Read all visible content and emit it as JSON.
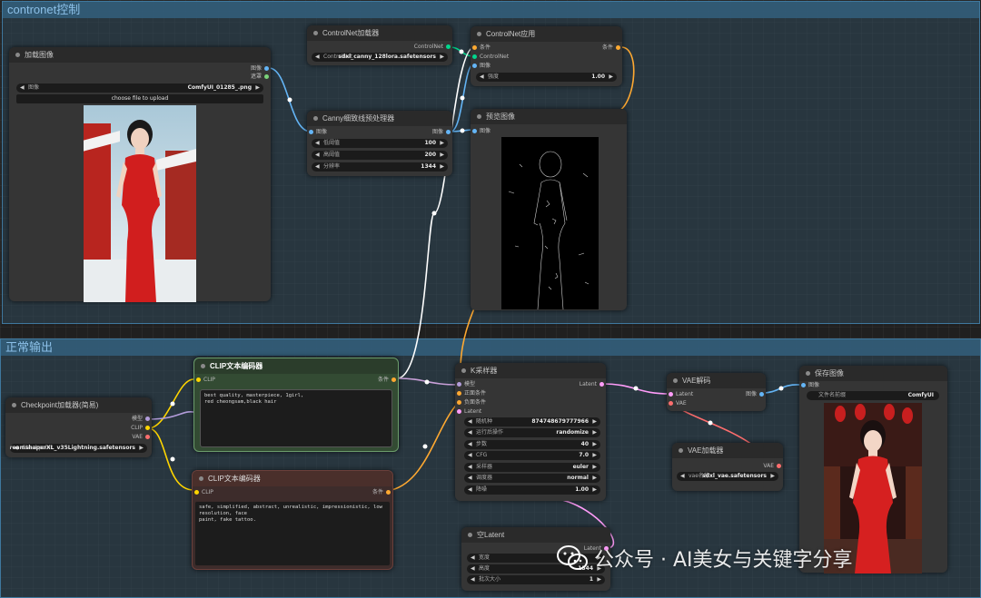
{
  "groups": {
    "controlnet": "contronet控制",
    "normal": "正常输出"
  },
  "nodes": {
    "load_image": {
      "title": "加载图像",
      "out_image": "图像",
      "out_mask": "遮罩",
      "widget_label": "图像",
      "widget_value": "ComfyUI_01285_.png",
      "upload": "choose file to upload"
    },
    "cn_loader": {
      "title": "ControlNet加载器",
      "out": "ControlNet",
      "widget_label": "ControlNet",
      "widget_value": "sdxl_canny_128lora.safetensors"
    },
    "cn_apply": {
      "title": "ControlNet应用",
      "in_cond": "条件",
      "in_cn": "ControlNet",
      "in_image": "图像",
      "out": "条件",
      "strength_label": "强度",
      "strength_value": "1.00"
    },
    "canny": {
      "title": "Canny细致线预处理器",
      "in_image": "图像",
      "out_image": "图像",
      "w1_label": "低阈值",
      "w1_value": "100",
      "w2_label": "高阈值",
      "w2_value": "200",
      "w3_label": "分辨率",
      "w3_value": "1344"
    },
    "preview": {
      "title": "预览图像",
      "in_image": "图像"
    },
    "checkpoint": {
      "title": "Checkpoint加载器(简易)",
      "out_model": "模型",
      "out_clip": "CLIP",
      "out_vae": "VAE",
      "widget_label": "Checkpoint",
      "widget_value": "dreamshaperXL_v35Lightning.safetensors"
    },
    "clip_pos": {
      "title": "CLIP文本编码器",
      "in_clip": "CLIP",
      "out": "条件",
      "text": "best quality, masterpiece, 1girl,\nred cheongsam,black hair"
    },
    "clip_neg": {
      "title": "CLIP文本编码器",
      "in_clip": "CLIP",
      "out": "条件",
      "text": "safe, simplified, abstract, unrealistic, impressionistic, low resolution, face\npaint, fake tattoo."
    },
    "ksampler": {
      "title": "K采样器",
      "in_model": "模型",
      "in_pos": "正面条件",
      "in_neg": "负面条件",
      "in_latent": "Latent",
      "out": "Latent",
      "seed_label": "随机种",
      "seed_value": "874748679777966",
      "ctrl_label": "运行后操作",
      "ctrl_value": "randomize",
      "steps_label": "步数",
      "steps_value": "40",
      "cfg_label": "CFG",
      "cfg_value": "7.0",
      "sampler_label": "采样器",
      "sampler_value": "euler",
      "scheduler_label": "调度器",
      "scheduler_value": "normal",
      "denoise_label": "降噪",
      "denoise_value": "1.00"
    },
    "empty_latent": {
      "title": "空Latent",
      "out": "Latent",
      "w_label": "宽度",
      "h_label": "高度",
      "h_value": "1344",
      "b_label": "批次大小",
      "b_value": "1"
    },
    "vae_decode": {
      "title": "VAE解码",
      "in_latent": "Latent",
      "in_vae": "VAE",
      "out": "图像"
    },
    "vae_loader": {
      "title": "VAE加载器",
      "out": "VAE",
      "widget_label": "vae名称",
      "widget_value": "sdxl_vae.safetensors"
    },
    "save_image": {
      "title": "保存图像",
      "in_image": "图像",
      "widget_label": "文件名前缀",
      "widget_value": "ComfyUI"
    }
  },
  "watermark": "公众号 · AI美女与关键字分享",
  "colors": {
    "clip": "#ffd500",
    "cond": "#ffa931",
    "image": "#64b5f6",
    "latent": "#ff9cf9",
    "vae": "#ff6e6e",
    "model": "#b39ddb",
    "controlnet": "#00d78d"
  }
}
